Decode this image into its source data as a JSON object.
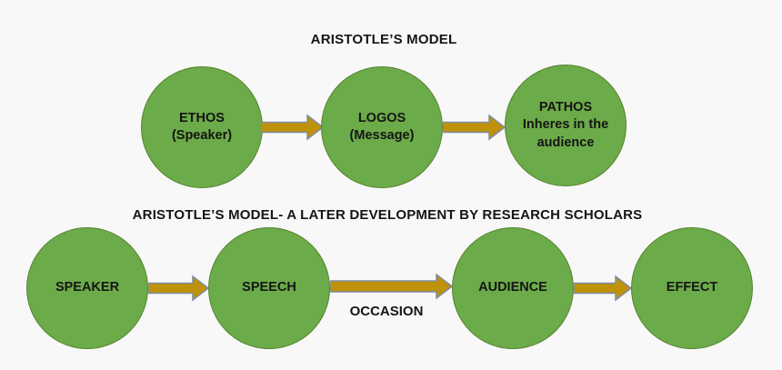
{
  "colors": {
    "background": "#f8f8f8",
    "text": "#151515",
    "circle_fill": "#6CAB49",
    "circle_border": "#55842F",
    "arrow_fill": "#C09209",
    "arrow_outline": "#7D8CA6"
  },
  "diagram1": {
    "title": "ARISTOTLE’S MODEL",
    "nodes": [
      {
        "label": "ETHOS",
        "sublabel": "(Speaker)"
      },
      {
        "label": "LOGOS",
        "sublabel": "(Message)"
      },
      {
        "label": "PATHOS",
        "sublabel": "Inheres in the audience"
      }
    ]
  },
  "diagram2": {
    "title": "ARISTOTLE’S MODEL- A LATER DEVELOPMENT BY RESEARCH SCHOLARS",
    "nodes": [
      {
        "label": "SPEAKER"
      },
      {
        "label": "SPEECH"
      },
      {
        "label": "AUDIENCE"
      },
      {
        "label": "EFFECT"
      }
    ],
    "arrow_label": "OCCASION"
  }
}
